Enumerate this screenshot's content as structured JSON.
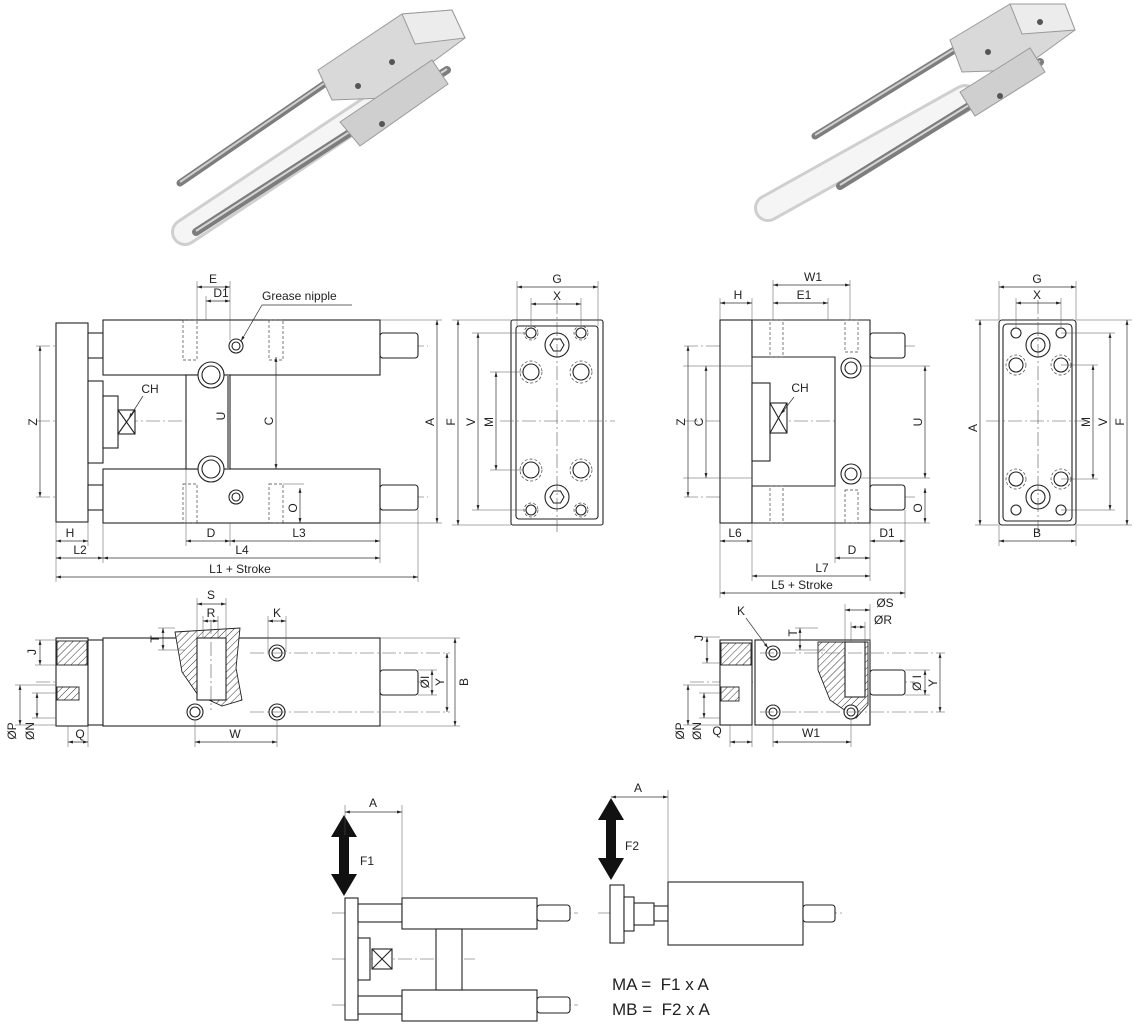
{
  "colors": {
    "line": "#222222",
    "background": "#ffffff",
    "arrow": "#111111",
    "rod": "#8a8a8a",
    "body": "#d6d6d6"
  },
  "front_view_left": {
    "E": "E",
    "D1": "D1",
    "grease_nipple": "Grease nipple",
    "CH": "CH",
    "Z": "Z",
    "U": "U",
    "C": "C",
    "O": "O",
    "A": "A",
    "H": "H",
    "L2": "L2",
    "D": "D",
    "L3": "L3",
    "L4": "L4",
    "L1": "L1 + Stroke"
  },
  "side_view_left": {
    "G": "G",
    "X": "X",
    "F": "F",
    "V": "V",
    "M": "M"
  },
  "front_view_right": {
    "H": "H",
    "W1": "W1",
    "E1": "E1",
    "CH": "CH",
    "Z": "Z",
    "C": "C",
    "U": "U",
    "O": "O",
    "L6": "L6",
    "D": "D",
    "D1": "D1",
    "L7": "L7",
    "L5": "L5 + Stroke"
  },
  "side_view_right": {
    "G": "G",
    "X": "X",
    "A": "A",
    "M": "M",
    "V": "V",
    "F": "F",
    "B": "B"
  },
  "top_view_left": {
    "S": "S",
    "R": "R",
    "K": "K",
    "T": "T",
    "J": "J",
    "I": "ØI",
    "Y": "Y",
    "B": "B",
    "P": "ØP",
    "N": "ØN",
    "Q": "Q",
    "W": "W"
  },
  "top_view_right": {
    "S": "ØS",
    "R": "ØR",
    "K": "K",
    "T": "T",
    "J": "J",
    "I": "Ø I",
    "Y": "Y",
    "P": "ØP",
    "N": "ØN",
    "Q": "Q",
    "W1": "W1"
  },
  "moment_diagram": {
    "A_left": "A",
    "F1": "F1",
    "A_right": "A",
    "F2": "F2",
    "MA": "MA =  F1 x A",
    "MB": "MB =  F2 x A"
  }
}
